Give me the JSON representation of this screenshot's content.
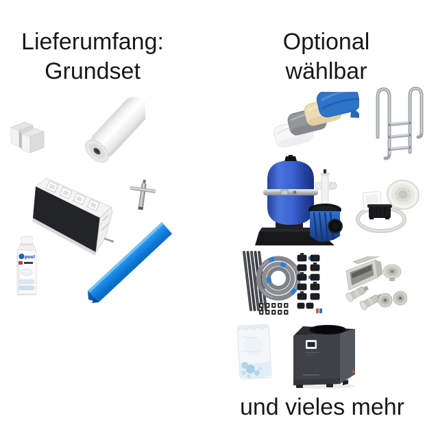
{
  "colors": {
    "background": "#ffffff",
    "text": "#181818",
    "liner_blue": "#1e8fe8",
    "tank_blue": "#3a5ecf",
    "cover_blue": "#2e74c9",
    "cover_beige": "#ecdcb6",
    "cover_grey": "#93969b",
    "steel_grey": "#a8adb2"
  },
  "left_section": {
    "title_line1": "Lieferumfang:",
    "title_line2": "Grundset",
    "spray_can_label": "pool",
    "items": [
      {
        "name": "foam-connector-blocks"
      },
      {
        "name": "fleece-roll"
      },
      {
        "name": "pool-wall-panel"
      },
      {
        "name": "anchor-pin"
      },
      {
        "name": "adhesive-spray-can"
      },
      {
        "name": "blue-liner-profile"
      }
    ]
  },
  "right_section": {
    "title_line1": "Optional",
    "title_line2": "wählbar",
    "items": [
      {
        "name": "pool-cover-stack"
      },
      {
        "name": "pool-ladder"
      },
      {
        "name": "sand-filter-system"
      },
      {
        "name": "underwater-light-kit"
      },
      {
        "name": "hose-and-fittings-set"
      },
      {
        "name": "skimmer-and-nozzle-set"
      },
      {
        "name": "filter-media-bag"
      },
      {
        "name": "heat-pump"
      }
    ]
  },
  "footer": {
    "text": "und vieles mehr"
  }
}
